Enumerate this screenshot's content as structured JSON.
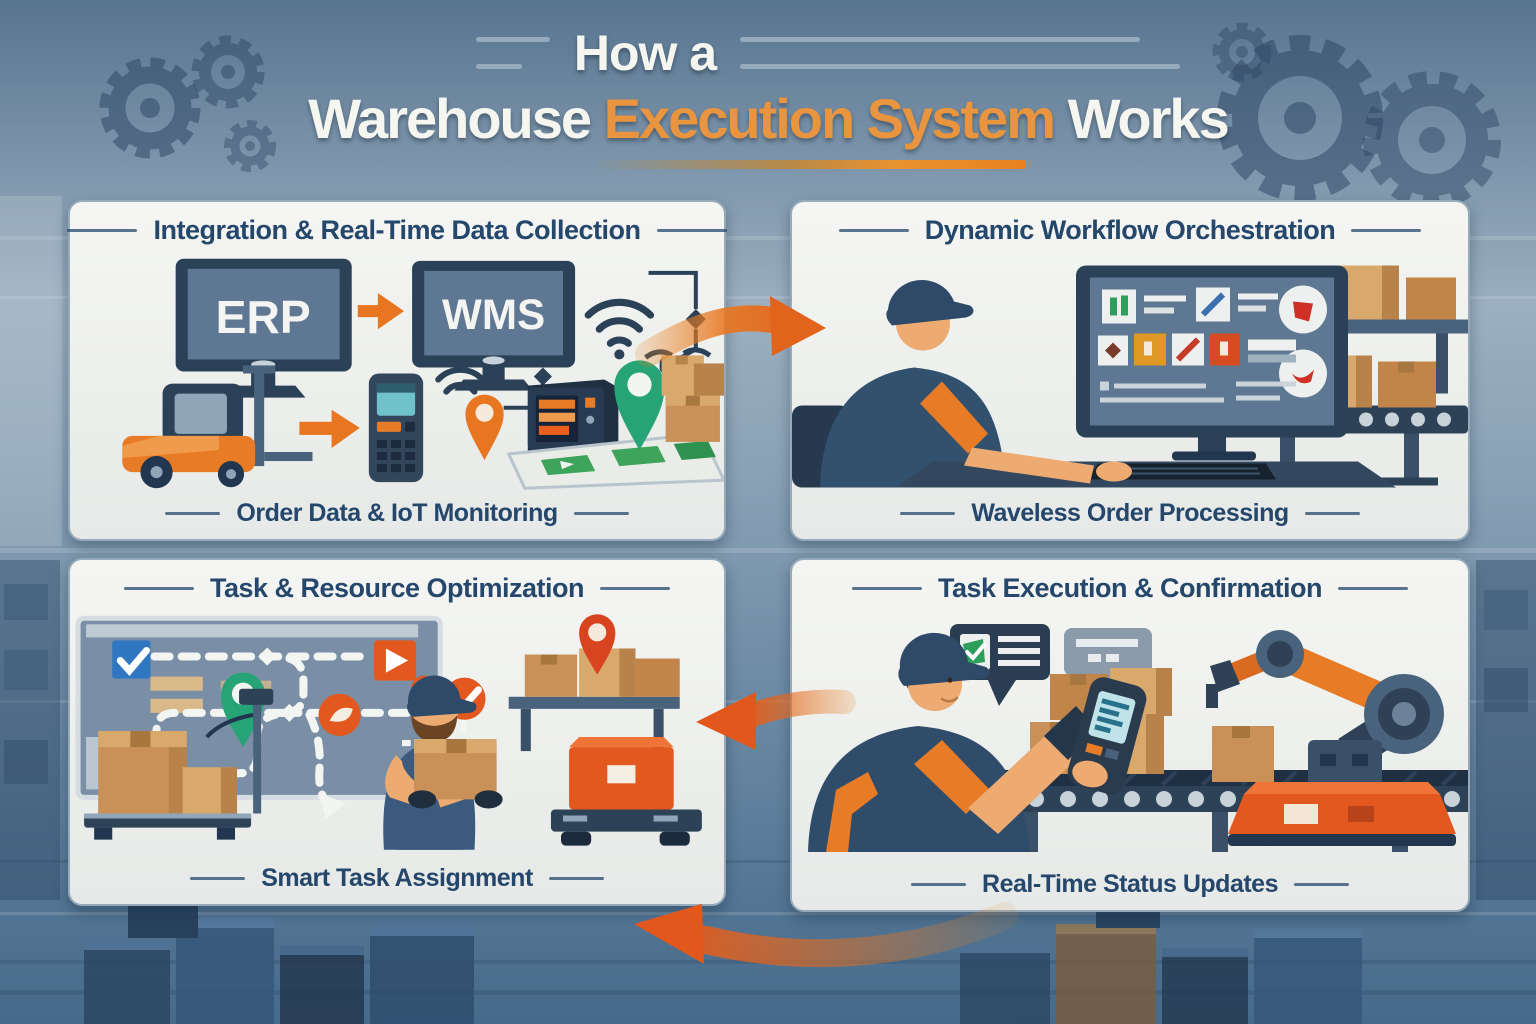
{
  "title": {
    "line1": "How a",
    "line2_part1": "Warehouse",
    "line2_accent": "Execution System",
    "line2_part2": "Works"
  },
  "panels": [
    {
      "id": "integration",
      "title": "Integration & Real-Time Data Collection",
      "caption": "Order Data & IoT Monitoring",
      "labels": {
        "erp": "ERP",
        "wms": "WMS"
      }
    },
    {
      "id": "workflow",
      "title": "Dynamic Workflow Orchestration",
      "caption": "Waveless Order Processing"
    },
    {
      "id": "optimization",
      "title": "Task & Resource Optimization",
      "caption": "Smart Task Assignment"
    },
    {
      "id": "execution",
      "title": "Task Execution & Confirmation",
      "caption": "Real-Time Status Updates"
    }
  ],
  "colors": {
    "accent_orange": "#E8821F",
    "title_accent": "#E9953F",
    "heading_navy": "#24476B",
    "panel_bg": "#F2F3F0",
    "background_blue": "#5E7E9B",
    "green": "#26A377",
    "red_pin": "#D8441F",
    "box_brown": "#C99157",
    "monitor_navy": "#2A4158"
  },
  "icons": {
    "monitors": "monitor-icon",
    "wifi": "wifi-icon",
    "forklift": "forklift-icon",
    "handheld_scanner": "handheld-scanner-icon",
    "location_pins": "location-pin-icon",
    "map": "map-icon",
    "boxes": "box-icon",
    "conveyor": "conveyor-icon",
    "robot_arm": "robot-arm-icon",
    "gears": "gear-icon",
    "check_marks": "check-icon",
    "speech_bubbles": "speech-bubble-icon",
    "flow_arrows": "arrow-icon"
  }
}
